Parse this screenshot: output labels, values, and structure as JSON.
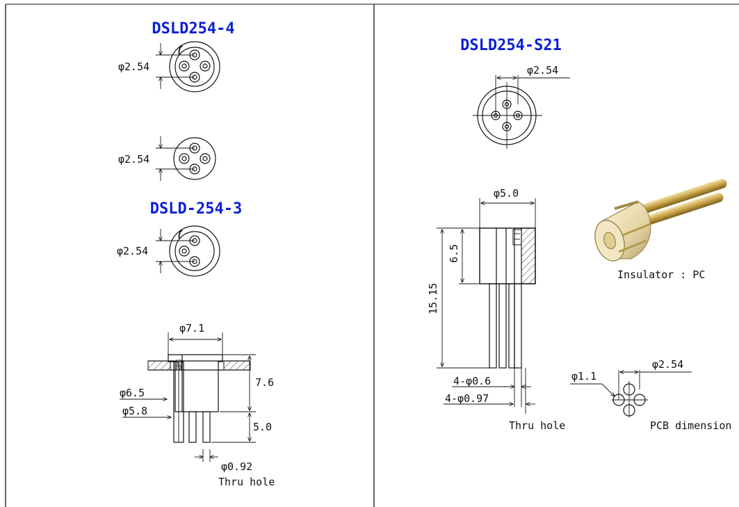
{
  "left_panel": {
    "title_a": "DSLD254-4",
    "title_b": "DSLD-254-3",
    "dim_254_a": "φ2.54",
    "dim_254_b": "φ2.54",
    "dim_254_c": "φ2.54",
    "dim_71": "φ7.1",
    "dim_65": "φ6.5",
    "dim_58": "φ5.8",
    "dim_76": "7.6",
    "dim_50": "5.0",
    "dim_092": "φ0.92",
    "thru_hole": "Thru hole"
  },
  "right_panel": {
    "title": "DSLD254-S21",
    "dim_254_top": "φ2.54",
    "dim_50": "φ5.0",
    "dim_65": "6.5",
    "dim_1515": "15.15",
    "dim_4x06": "4-φ0.6",
    "dim_4x097": "4-φ0.97",
    "thru_hole": "Thru hole",
    "insulator": "Insulator : PC",
    "dim_11": "φ1.1",
    "dim_254_pcb": "φ2.54",
    "pcb_dimension": "PCB dimension"
  }
}
